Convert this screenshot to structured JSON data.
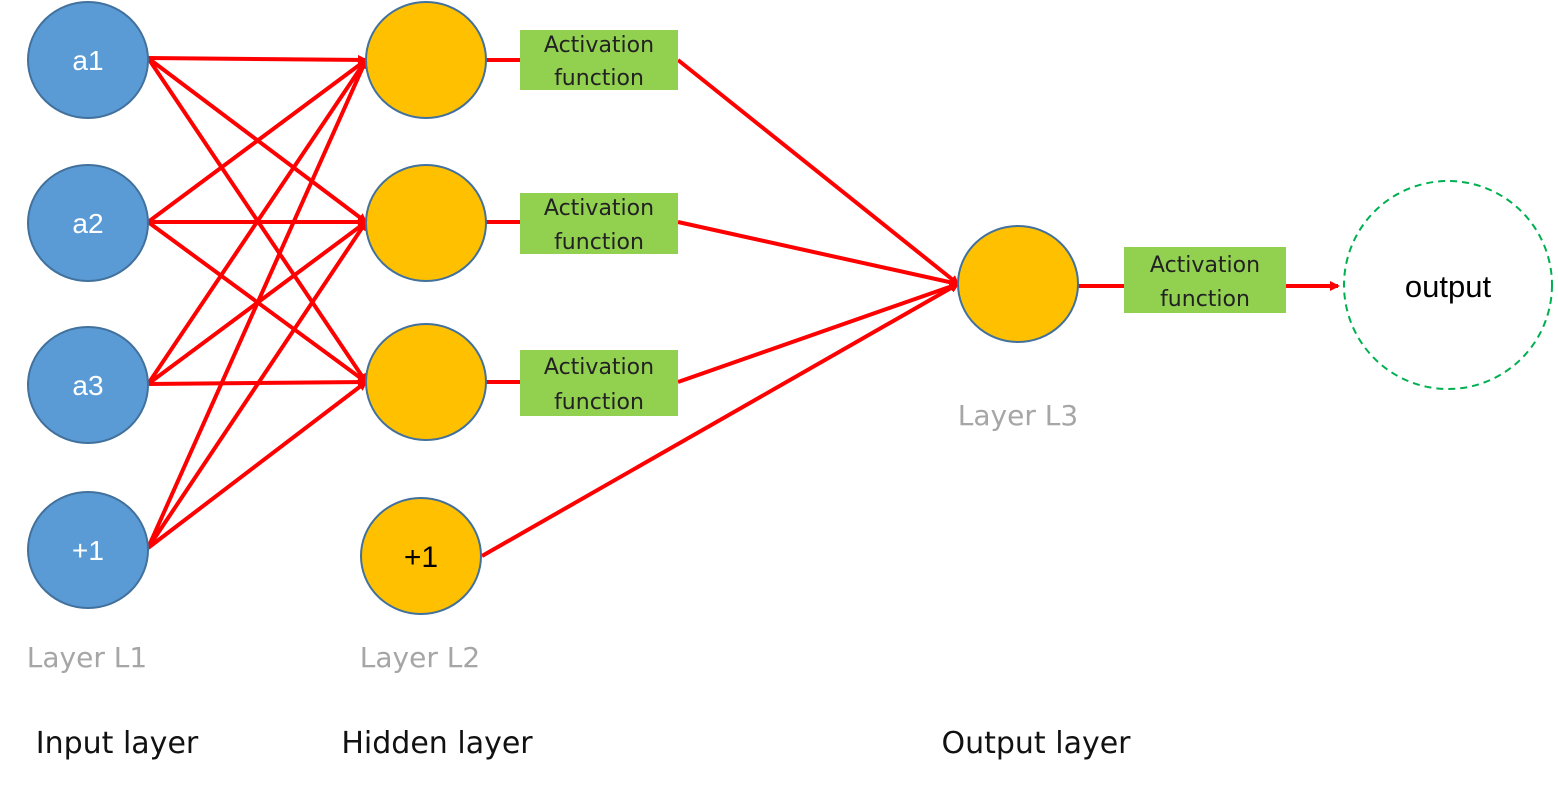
{
  "colors": {
    "input_node_fill": "#5b9bd5",
    "input_node_stroke": "#41719c",
    "hidden_node_fill": "#ffc000",
    "hidden_node_stroke": "#41719c",
    "activation_box_fill": "#92d050",
    "edge": "#ff0000",
    "output_circle_stroke": "#00b050"
  },
  "input_nodes": [
    "a1",
    "a2",
    "a3",
    "+1"
  ],
  "hidden_nodes": [
    "",
    "",
    "",
    "+1"
  ],
  "output_node": "",
  "activation_label": {
    "line1": "Activation",
    "line2": "function"
  },
  "output_label": "output",
  "layer_labels": {
    "l1": "Layer L1",
    "l2": "Layer L2",
    "l3": "Layer L3"
  },
  "section_labels": {
    "input": "Input layer",
    "hidden": "Hidden layer",
    "output": "Output layer"
  }
}
